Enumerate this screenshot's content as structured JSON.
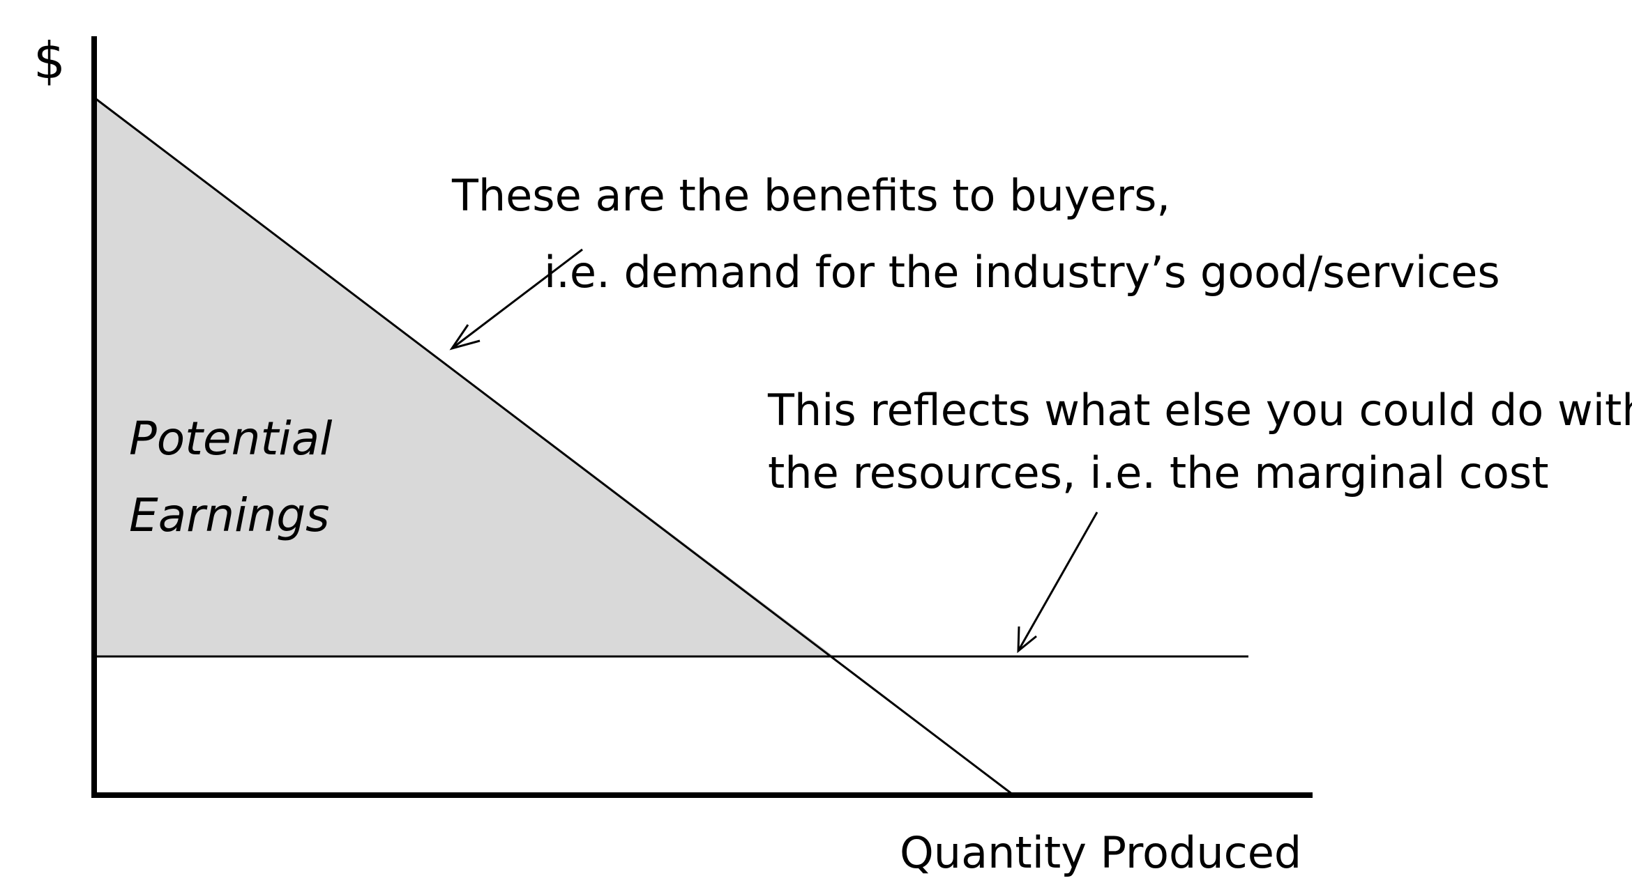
{
  "y_axis_label": "$",
  "x_axis_label": "Quantity Produced",
  "area_label": {
    "line1": "Potential",
    "line2": "Earnings"
  },
  "demand_annotation": {
    "line1": "These are the benefits to buyers,",
    "line2": "i.e. demand for the industry’s good/services"
  },
  "cost_annotation": {
    "line1": "This reflects what else you could do with",
    "line2": "the resources, i.e. the marginal cost"
  },
  "colors": {
    "surplus_fill": "#d9d9d9",
    "lines": "#000000",
    "background": "#ffffff"
  }
}
